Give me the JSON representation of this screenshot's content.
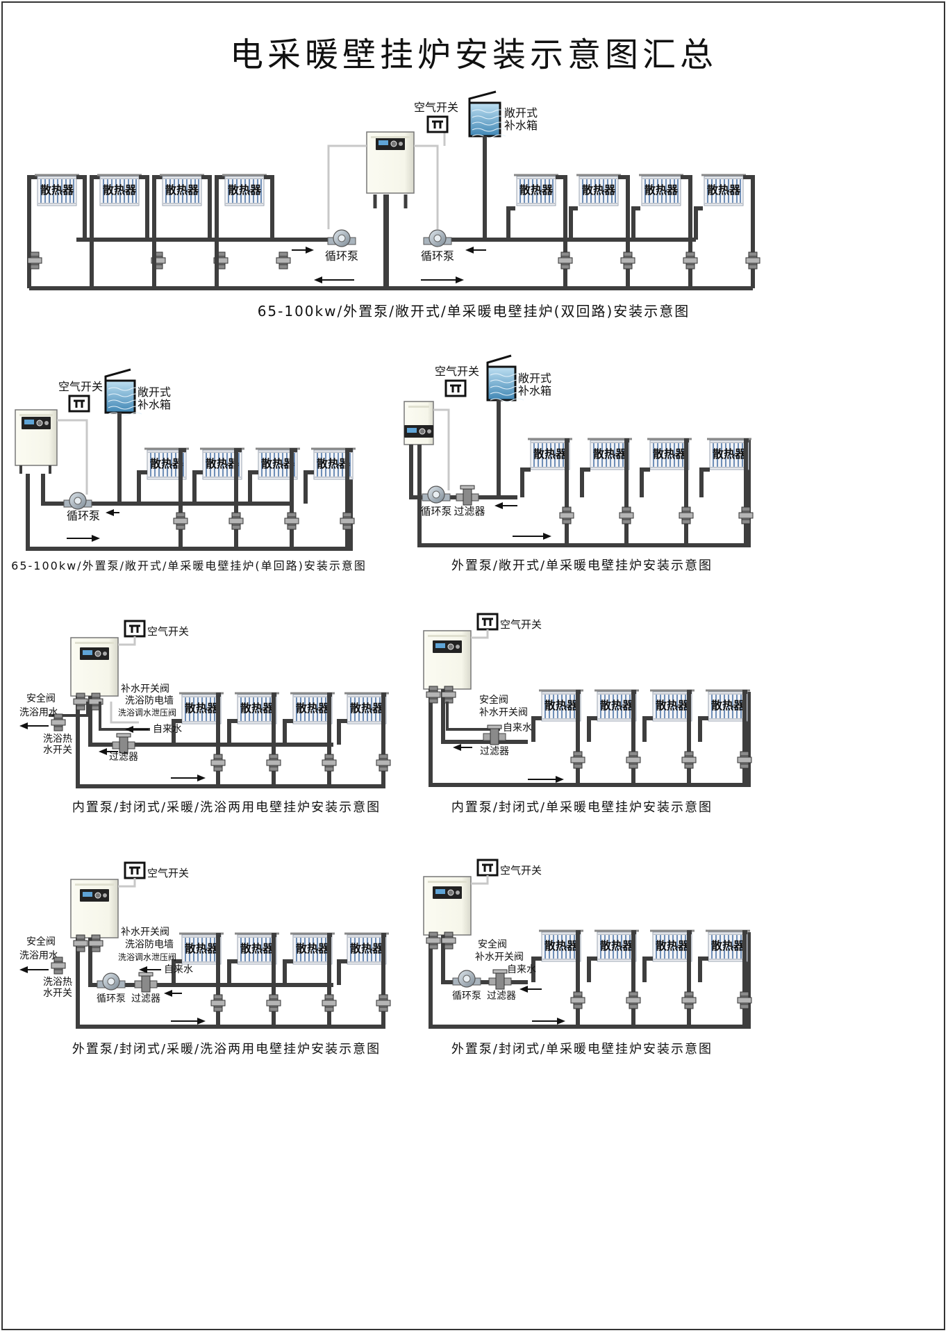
{
  "title": "电采暖壁挂炉安装示意图汇总",
  "labels": {
    "radiator": "散热器",
    "air_switch": "空气开关",
    "tank_line1": "敞开式",
    "tank_line2": "补水箱",
    "pump": "循环泵",
    "filter": "过滤器",
    "safety_valve": "安全阀",
    "makeup_valve": "补水开关阀",
    "bath_wall": "洗浴防电墙",
    "bath_relief": "洗浴调水泄压阀",
    "tap_water": "自来水",
    "bath_water": "洗浴用水",
    "bath_hot_line1": "洗浴热",
    "bath_hot_line2": "水开关"
  },
  "captions": {
    "d1": "65-100kw/外置泵/敞开式/单采暖电壁挂炉(双回路)安装示意图",
    "d2": "65-100kw/外置泵/敞开式/单采暖电壁挂炉(单回路)安装示意图",
    "d3": "外置泵/敞开式/单采暖电壁挂炉安装示意图",
    "d4": "内置泵/封闭式/采暖/洗浴两用电壁挂炉安装示意图",
    "d5": "内置泵/封闭式/单采暖电壁挂炉安装示意图",
    "d6": "外置泵/封闭式/采暖/洗浴两用电壁挂炉安装示意图",
    "d7": "外置泵/封闭式/单采暖电壁挂炉安装示意图"
  }
}
